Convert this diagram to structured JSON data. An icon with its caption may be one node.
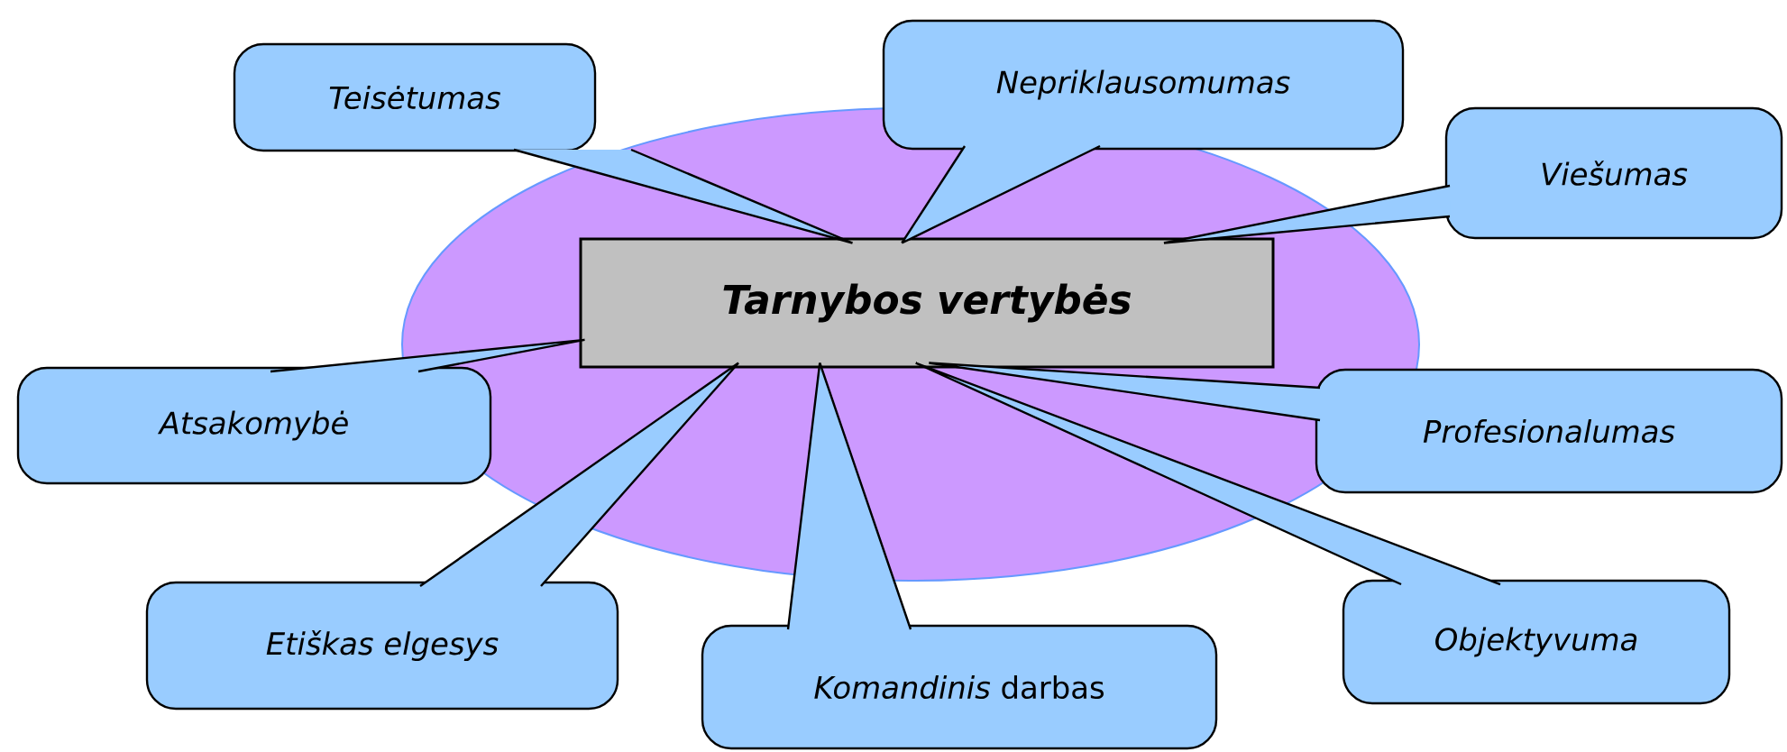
{
  "diagram": {
    "nodes": [
      {
        "text": [],
        "shape": "ellipse"
      },
      {
        "text": [
          "Tarnybos vertybės"
        ],
        "in": 0
      },
      {
        "text": [
          "Teisėtumas"
        ]
      },
      {
        "text": [
          "Nepriklausomumas"
        ]
      },
      {
        "text": [
          "Viešumas"
        ]
      },
      {
        "text": [
          "Atsakomybė"
        ]
      },
      {
        "text": [
          "Profesionalumas"
        ]
      },
      {
        "text": [
          "Etiškas elgesys"
        ]
      },
      {
        "text": [
          "*Komandinis* darbas"
        ]
      },
      {
        "text": [
          "Objektyvuma"
        ]
      }
    ],
    "edges": [
      {
        "from": 2,
        "to": 1,
        "arrow": "none"
      },
      {
        "from": 3,
        "to": 1,
        "arrow": "none"
      },
      {
        "from": 4,
        "to": 1,
        "arrow": "none"
      },
      {
        "from": 5,
        "to": 1,
        "arrow": "none"
      },
      {
        "from": 6,
        "to": 1,
        "arrow": "none"
      },
      {
        "from": 7,
        "to": 1,
        "arrow": "none"
      },
      {
        "from": 8,
        "to": 1,
        "arrow": "none"
      },
      {
        "from": 9,
        "to": 1,
        "arrow": "none"
      }
    ]
  }
}
